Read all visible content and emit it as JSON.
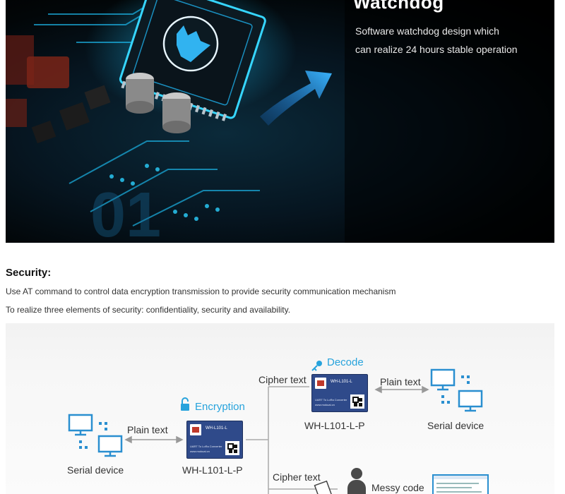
{
  "hero": {
    "title": "Watchdog",
    "line1": "Software watchdog design which",
    "line2": "can realize 24 hours stable operation",
    "digits": "01"
  },
  "security": {
    "heading": "Security:",
    "para1": "Use AT command to control data encryption transmission to provide security communication mechanism",
    "para2": "To realize three elements of security: confidentiality, security and availability."
  },
  "diagram": {
    "decode_label": "Decode",
    "encryption_label": "Encryption",
    "cipher_text_top": "Cipher text",
    "cipher_text_bottom": "Cipher text",
    "plain_text_left": "Plain text",
    "plain_text_right": "Plain text",
    "module_name_top": "WH-L101-L-P",
    "module_name_left": "WH-L101-L-P",
    "serial_device_left": "Serial device",
    "serial_device_right": "Serial device",
    "messy_code": "Messy code",
    "chip_label": "WH-L101-L",
    "chip_subtitle": "UART To LoRa Converter",
    "chip_url": "www.mokuai.cn",
    "accent_color": "#27a3dc",
    "module_color": "#2f4a8a"
  }
}
